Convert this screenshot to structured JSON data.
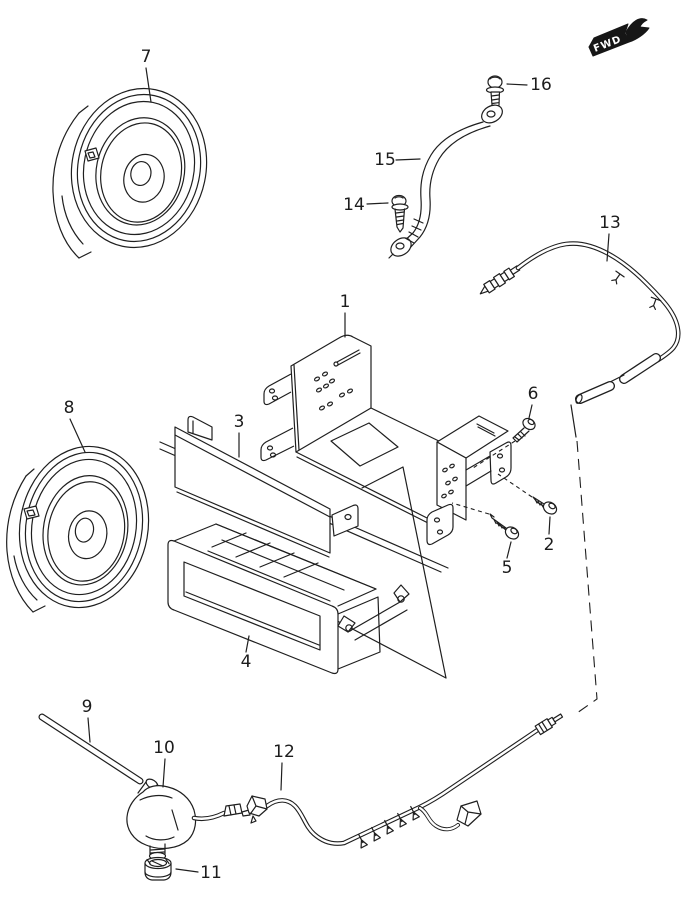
{
  "figure": {
    "background_color": "#ffffff",
    "line_color": "#1f1f1f",
    "direction_badge": "FWD",
    "callouts": [
      "1",
      "2",
      "3",
      "4",
      "5",
      "6",
      "7",
      "8",
      "9",
      "10",
      "11",
      "12",
      "13",
      "14",
      "15",
      "16"
    ]
  }
}
